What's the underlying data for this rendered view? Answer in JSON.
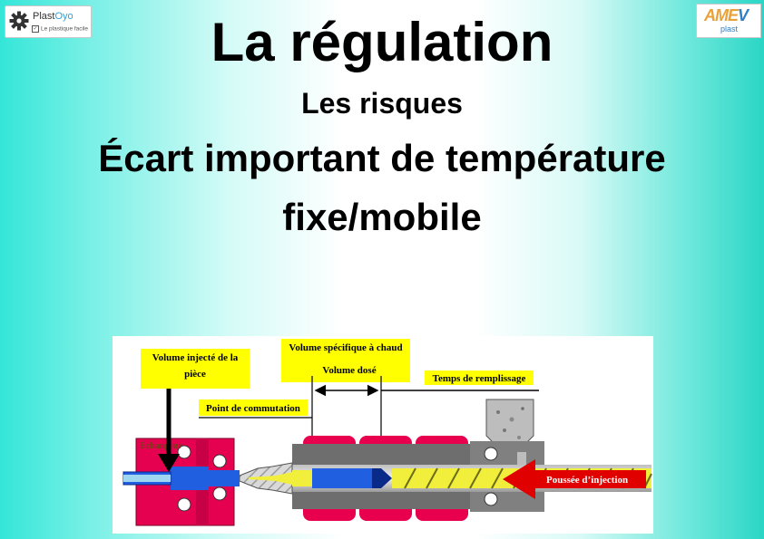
{
  "logos": {
    "left": {
      "brand_main": "Plast",
      "brand_accent": "Oyo",
      "tagline": "Le plastique facile"
    },
    "right": {
      "mark_main": "AME",
      "mark_accent": "V",
      "sub": "plast"
    }
  },
  "slide": {
    "title": "La régulation",
    "subtitle": "Les risques",
    "heading_line1": "Écart important de température",
    "heading_line2": "fixe/mobile"
  },
  "diagram": {
    "labels": {
      "volume_injecte_1": "Volume injecté de la",
      "volume_injecte_2": "pièce",
      "volume_specifique": "Volume spécifique à chaud",
      "volume_dose": "Volume dosé",
      "temps_remplissage": "Temps de remplissage",
      "point_commutation": "Point de commutation",
      "echangeur": "Échangeur",
      "poussee_injection": "Poussée d’injection"
    },
    "colors": {
      "label_box": "#ffff00",
      "heater_band": "#e8004f",
      "barrel": "#707070",
      "melt_blue": "#1f5fe0",
      "screw_yellow": "#f2ee3c",
      "mold": "#e60050",
      "arrow_red": "#e00000"
    }
  }
}
